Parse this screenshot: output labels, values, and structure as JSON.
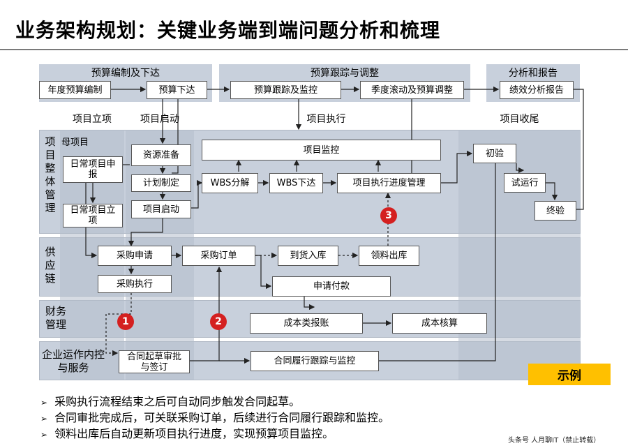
{
  "title": "业务架构规划：关键业务端到端问题分析和梳理",
  "top_sections": {
    "budget_prep": "预算编制及下达",
    "budget_track": "预算跟踪与调整",
    "analysis": "分析和报告"
  },
  "phases": {
    "initiation": "项目立项",
    "startup": "项目启动",
    "execution": "项目执行",
    "closure": "项目收尾"
  },
  "rows": {
    "project_mgmt": "项目整体管理",
    "supply_chain": "供应链",
    "finance": "财务管理",
    "enterprise_ops": "企业运作内控与服务"
  },
  "parent_project_label": "母项目",
  "boxes": {
    "annual_budget": "年度预算编制",
    "budget_issue": "预算下达",
    "budget_tracking": "预算跟踪及监控",
    "quarterly_rolling": "季度滚动及预算调整",
    "performance_report": "绩效分析报告",
    "daily_apply": "日常项目申报",
    "daily_approve": "日常项目立项",
    "resource_prep": "资源准备",
    "plan_making": "计划制定",
    "project_start": "项目启动",
    "project_monitor": "项目监控",
    "wbs_decompose": "WBS分解",
    "wbs_issue": "WBS下达",
    "progress_mgmt": "项目执行进度管理",
    "initial_acceptance": "初验",
    "trial_run": "试运行",
    "final_acceptance": "终验",
    "purchase_request": "采购申请",
    "purchase_order": "采购订单",
    "goods_receipt": "到货入库",
    "material_issue": "领料出库",
    "purchase_execution": "采购执行",
    "payment_request": "申请付款",
    "cost_reimbursement": "成本类报账",
    "cost_accounting": "成本核算",
    "contract_draft": "合同起草审批与签订",
    "contract_tracking": "合同履行跟踪与监控"
  },
  "badges": [
    "1",
    "2",
    "3"
  ],
  "sample_label": "示例",
  "notes": [
    "采购执行流程结束之后可自动同步触发合同起草。",
    "合同审批完成后，可关联采购订单，后续进行合同履行跟踪和监控。",
    "领料出库后自动更新项目执行进度，实现预算项目监控。"
  ],
  "footer": "头条号 人月聊IT（禁止转载）",
  "colors": {
    "badge": "#d42020",
    "sample": "#ffc000",
    "lane": "#c8d0dc"
  }
}
